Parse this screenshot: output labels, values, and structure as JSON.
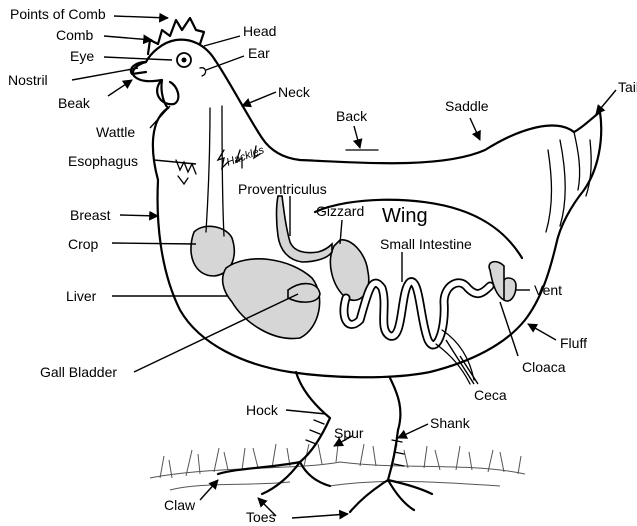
{
  "diagram": {
    "labels": {
      "points_of_comb": "Points of Comb",
      "comb": "Comb",
      "head": "Head",
      "eye": "Eye",
      "ear": "Ear",
      "nostril": "Nostril",
      "beak": "Beak",
      "neck": "Neck",
      "wattle": "Wattle",
      "back": "Back",
      "saddle": "Saddle",
      "tail": "Tail",
      "esophagus": "Esophagus",
      "hackles": "Hackles",
      "proventriculus": "Proventriculus",
      "breast": "Breast",
      "gizzard": "Gizzard",
      "wing": "Wing",
      "crop": "Crop",
      "small_intestine": "Small Intestine",
      "vent": "Vent",
      "liver": "Liver",
      "fluff": "Fluff",
      "gall_bladder": "Gall Bladder",
      "cloaca": "Cloaca",
      "ceca": "Ceca",
      "hock": "Hock",
      "spur": "Spur",
      "shank": "Shank",
      "claw": "Claw",
      "toes": "Toes"
    }
  }
}
